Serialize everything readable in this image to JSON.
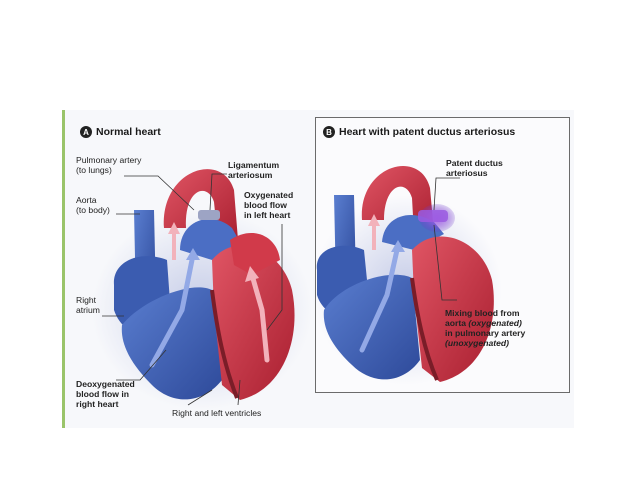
{
  "panel_a": {
    "badge": "A",
    "title": "Normal heart",
    "labels": {
      "pulmonary_artery": [
        "Pulmonary artery",
        "(to lungs)"
      ],
      "aorta": [
        "Aorta",
        "(to body)"
      ],
      "right_atrium": [
        "Right",
        "atrium"
      ],
      "deoxygenated": [
        "Deoxygenated",
        "blood flow in",
        "right heart"
      ],
      "ligamentum": [
        "Ligamentum",
        "arteriosum"
      ],
      "oxygenated": [
        "Oxygenated",
        "blood flow",
        "in left heart"
      ],
      "ventricles": "Right and left ventricles"
    }
  },
  "panel_b": {
    "badge": "B",
    "title": "Heart with patent ductus arteriosus",
    "labels": {
      "patent_ductus": [
        "Patent ductus",
        "arteriosus"
      ],
      "mixing_line1": "Mixing blood from",
      "mixing_line2_prefix": "aorta ",
      "mixing_line2_italic": "(oxygenated)",
      "mixing_line3": "in pulmonary artery",
      "mixing_line4_italic": "(unoxygenated)"
    }
  },
  "colors": {
    "oxygenated_red": "#c8293a",
    "deoxygenated_blue": "#3f63b8",
    "mixing_purple": "#8b3fd0",
    "accent_green": "#9ac46a"
  }
}
